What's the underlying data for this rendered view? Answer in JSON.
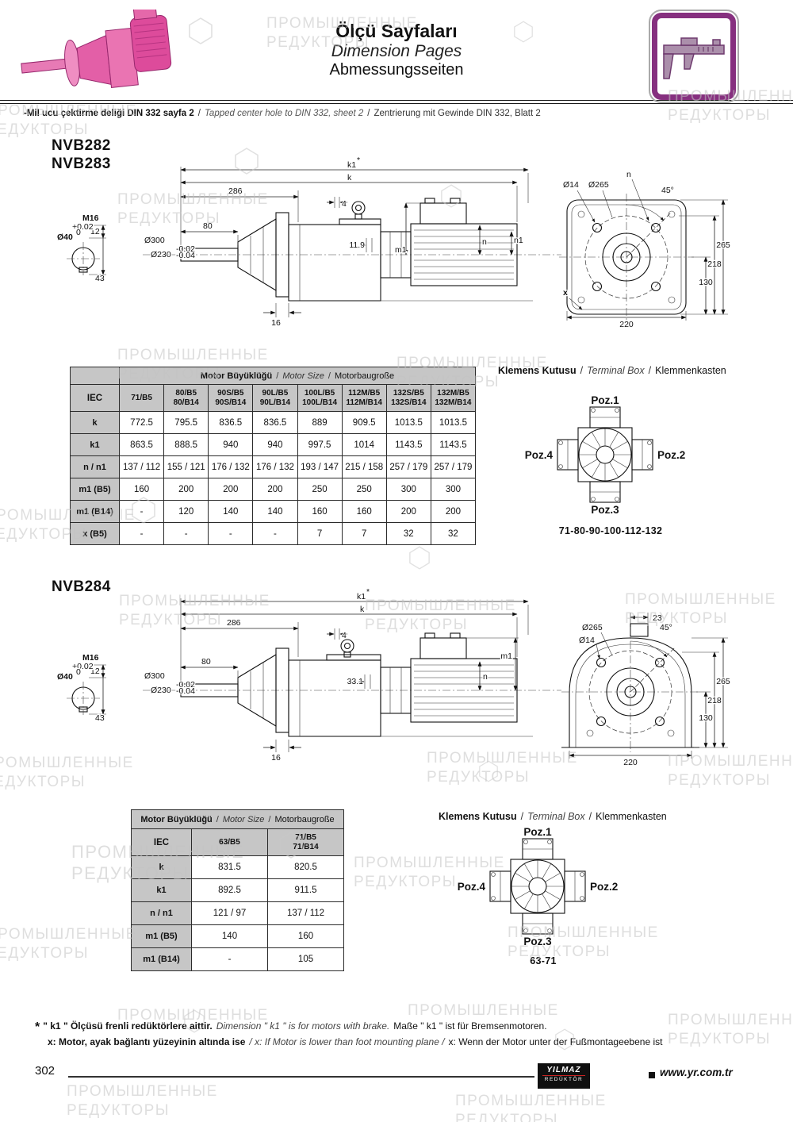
{
  "watermark": {
    "line1": "ПРОМЫШЛЕННЫЕ",
    "line2": "РЕДУКТОРЫ"
  },
  "misc": {
    "slash": "/"
  },
  "header": {
    "title_tr": "Ölçü Sayfaları",
    "title_en": "Dimension Pages",
    "title_de": "Abmessungsseiten",
    "note_tr": "-Mil ucu çektirme deliği DIN 332 sayfa 2",
    "note_en": "Tapped center hole to DIN 332, sheet 2",
    "note_de": "Zentrierung mit Gewinde DIN 332, Blatt 2"
  },
  "section1": {
    "model_line1": "NVB282",
    "model_line2": "NVB283",
    "dims": {
      "k1": "k1",
      "star": "*",
      "k": "k",
      "len286": "286",
      "len4": "4",
      "len80": "80",
      "m16": "M16",
      "len12": "12",
      "dia40": "Ø40",
      "tol40_u": "+0.02",
      "tol40_l": "0",
      "len43": "43",
      "dia300": "Ø300",
      "dia230": "Ø230",
      "tol230_u": "-0.02",
      "tol230_l": "-0.04",
      "len119": "11.9",
      "len16": "16",
      "m1": "m1",
      "n": "n",
      "n1": "n1",
      "dia14": "Ø14",
      "dia265": "Ø265",
      "ang45": "45°",
      "h265": "265",
      "h218": "218",
      "h130": "130",
      "w220": "220",
      "x": "x"
    },
    "table": {
      "title_tr": "Motor Büyüklüğü",
      "title_en": "Motor Size",
      "title_de": "Motorbaugroße",
      "iec": "IEC",
      "columns": [
        "71/B5",
        "80/B5\n80/B14",
        "90S/B5\n90S/B14",
        "90L/B5\n90L/B14",
        "100L/B5\n100L/B14",
        "112M/B5\n112M/B14",
        "132S/B5\n132S/B14",
        "132M/B5\n132M/B14"
      ],
      "rows": [
        {
          "label": "k",
          "values": [
            "772.5",
            "795.5",
            "836.5",
            "836.5",
            "889",
            "909.5",
            "1013.5",
            "1013.5"
          ]
        },
        {
          "label": "k1",
          "values": [
            "863.5",
            "888.5",
            "940",
            "940",
            "997.5",
            "1014",
            "1143.5",
            "1143.5"
          ]
        },
        {
          "label": "n / n1",
          "values": [
            "137 / 112",
            "155 / 121",
            "176 / 132",
            "176 / 132",
            "193 / 147",
            "215 / 158",
            "257 / 179",
            "257 / 179"
          ]
        },
        {
          "label": "m1 (B5)",
          "values": [
            "160",
            "200",
            "200",
            "200",
            "250",
            "250",
            "300",
            "300"
          ]
        },
        {
          "label": "m1 (B14)",
          "values": [
            "-",
            "120",
            "140",
            "140",
            "160",
            "160",
            "200",
            "200"
          ]
        },
        {
          "label": "x (B5)",
          "values": [
            "-",
            "-",
            "-",
            "-",
            "7",
            "7",
            "32",
            "32"
          ]
        }
      ]
    },
    "terminal": {
      "title_tr": "Klemens Kutusu",
      "title_en": "Terminal Box",
      "title_de": "Klemmenkasten",
      "poz1": "Poz.1",
      "poz2": "Poz.2",
      "poz3": "Poz.3",
      "poz4": "Poz.4",
      "caption": "71-80-90-100-112-132"
    }
  },
  "section2": {
    "model": "NVB284",
    "dims": {
      "k1": "k1",
      "star": "*",
      "k": "k",
      "len286": "286",
      "len4": "4",
      "len80": "80",
      "m16": "M16",
      "len12": "12",
      "dia40": "Ø40",
      "tol40_u": "+0.02",
      "tol40_l": "0",
      "len43": "43",
      "dia300": "Ø300",
      "dia230": "Ø230",
      "tol230_u": "-0.02",
      "tol230_l": "-0.04",
      "len331": "33.1",
      "len16": "16",
      "m1": "m1",
      "n": "n",
      "len23": "23",
      "dia265": "Ø265",
      "dia14": "Ø14",
      "ang45": "45°",
      "h265": "265",
      "h218": "218",
      "h130": "130",
      "w220": "220"
    },
    "table": {
      "title_tr": "Motor Büyüklüğü",
      "title_en": "Motor Size",
      "title_de": "Motorbaugroße",
      "iec": "IEC",
      "columns": [
        "63/B5",
        "71/B5\n71/B14"
      ],
      "rows": [
        {
          "label": "k",
          "values": [
            "831.5",
            "820.5"
          ]
        },
        {
          "label": "k1",
          "values": [
            "892.5",
            "911.5"
          ]
        },
        {
          "label": "n / n1",
          "values": [
            "121 / 97",
            "137 / 112"
          ]
        },
        {
          "label": "m1 (B5)",
          "values": [
            "140",
            "160"
          ]
        },
        {
          "label": "m1 (B14)",
          "values": [
            "-",
            "105"
          ]
        }
      ]
    },
    "terminal": {
      "title_tr": "Klemens Kutusu",
      "title_en": "Terminal Box",
      "title_de": "Klemmenkasten",
      "poz1": "Poz.1",
      "poz2": "Poz.2",
      "poz3": "Poz.3",
      "poz4": "Poz.4",
      "caption": "63-71"
    }
  },
  "footnotes": {
    "star": "*",
    "f1_tr": "\" k1 \" Ölçüsü frenli redüktörlere aittir.",
    "f1_en": "Dimension \" k1 \" is for motors with brake.",
    "f1_de": "Maße \" k1 \" ist für Bremsenmotoren.",
    "f2_tr": "x: Motor, ayak bağlantı yüzeyinin altında ise",
    "f2_en": "/ x: If Motor is lower than foot mounting plane /",
    "f2_de": "x: Wenn der Motor unter der Fußmontageebene ist"
  },
  "footer": {
    "page": "302",
    "logo_line1": "YILMAZ",
    "logo_line2": "REDÜKTÖR",
    "url": "www.yr.com.tr"
  }
}
